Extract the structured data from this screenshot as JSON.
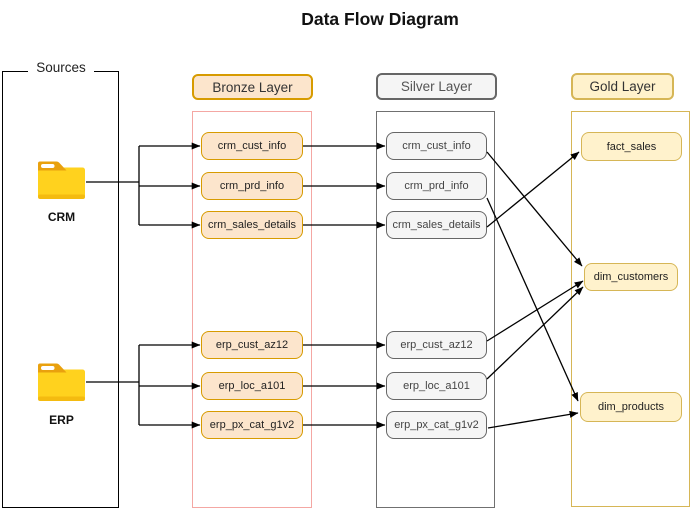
{
  "title": "Data Flow Diagram",
  "sources": {
    "label": "Sources",
    "systems": [
      {
        "name": "CRM",
        "icon": "folder-icon"
      },
      {
        "name": "ERP",
        "icon": "folder-icon"
      }
    ]
  },
  "layers": {
    "bronze": {
      "label": "Bronze Layer",
      "nodes": [
        "crm_cust_info",
        "crm_prd_info",
        "crm_sales_details",
        "erp_cust_az12",
        "erp_loc_a101",
        "erp_px_cat_g1v2"
      ]
    },
    "silver": {
      "label": "Silver Layer",
      "nodes": [
        "crm_cust_info",
        "crm_prd_info",
        "crm_sales_details",
        "erp_cust_az12",
        "erp_loc_a101",
        "erp_px_cat_g1v2"
      ]
    },
    "gold": {
      "label": "Gold Layer",
      "nodes": [
        "fact_sales",
        "dim_customers",
        "dim_products"
      ]
    }
  },
  "edges": {
    "source_to_bronze": [
      {
        "from": "CRM",
        "to": [
          "crm_cust_info",
          "crm_prd_info",
          "crm_sales_details"
        ]
      },
      {
        "from": "ERP",
        "to": [
          "erp_cust_az12",
          "erp_loc_a101",
          "erp_px_cat_g1v2"
        ]
      }
    ],
    "bronze_to_silver": [
      "crm_cust_info",
      "crm_prd_info",
      "crm_sales_details",
      "erp_cust_az12",
      "erp_loc_a101",
      "erp_px_cat_g1v2"
    ],
    "silver_to_gold": [
      {
        "from": "crm_cust_info",
        "to": "dim_customers"
      },
      {
        "from": "crm_prd_info",
        "to": "dim_products"
      },
      {
        "from": "crm_sales_details",
        "to": "fact_sales"
      },
      {
        "from": "erp_cust_az12",
        "to": "dim_customers"
      },
      {
        "from": "erp_loc_a101",
        "to": "dim_customers"
      },
      {
        "from": "erp_px_cat_g1v2",
        "to": "dim_products"
      }
    ]
  },
  "colors": {
    "bronze-fill": "#FCE5CC",
    "bronze-stroke": "#D79B00",
    "bronze-frame": "#F4A7A3",
    "silver-fill": "#F5F5F5",
    "silver-stroke": "#666666",
    "gold-fill": "#FFF2CC",
    "gold-stroke": "#D6B656",
    "folder-body": "#FFD21E",
    "folder-tab": "#E9A10E",
    "line": "#000000"
  }
}
